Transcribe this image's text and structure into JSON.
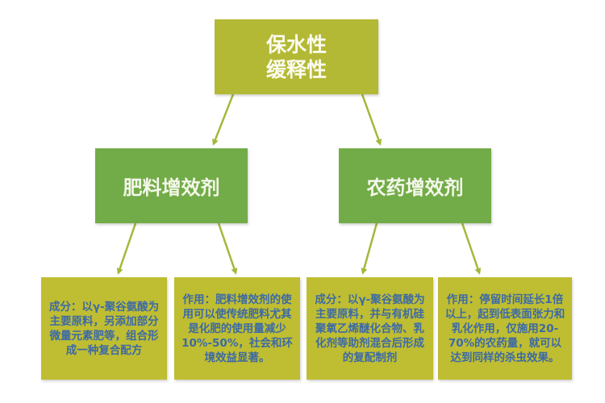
{
  "root": {
    "line1": "保水性",
    "line2": "缓释性"
  },
  "branches": [
    {
      "label": "肥料增效剂",
      "leaves": [
        {
          "text": "成分：以γ-聚谷氨酸为主要原料，另添加部分微量元素肥等，组合形成一种复合配方"
        },
        {
          "text": "作用：肥料增效剂的使用可以使传统肥料尤其是化肥的使用量减少10%-50%，社会和环境效益显著。"
        }
      ]
    },
    {
      "label": "农药增效剂",
      "leaves": [
        {
          "text": "成分：以γ-聚谷氨酸为主要原料，并与有机硅聚氧乙烯醚化合物、乳化剂等助剂混合后形成的复配制剂"
        },
        {
          "text": "作用：停留时间延长1倍以上，起到低表面张力和乳化作用，仅施用20-70%的农药量，就可以达到同样的杀虫效果。"
        }
      ]
    }
  ],
  "colors": {
    "root_fill": "#b4b935",
    "branch_fill": "#72ac48",
    "leaf_fill": "#bfbd31",
    "leaf_text": "#3c6aa6",
    "arrow": "#a4b83a"
  }
}
